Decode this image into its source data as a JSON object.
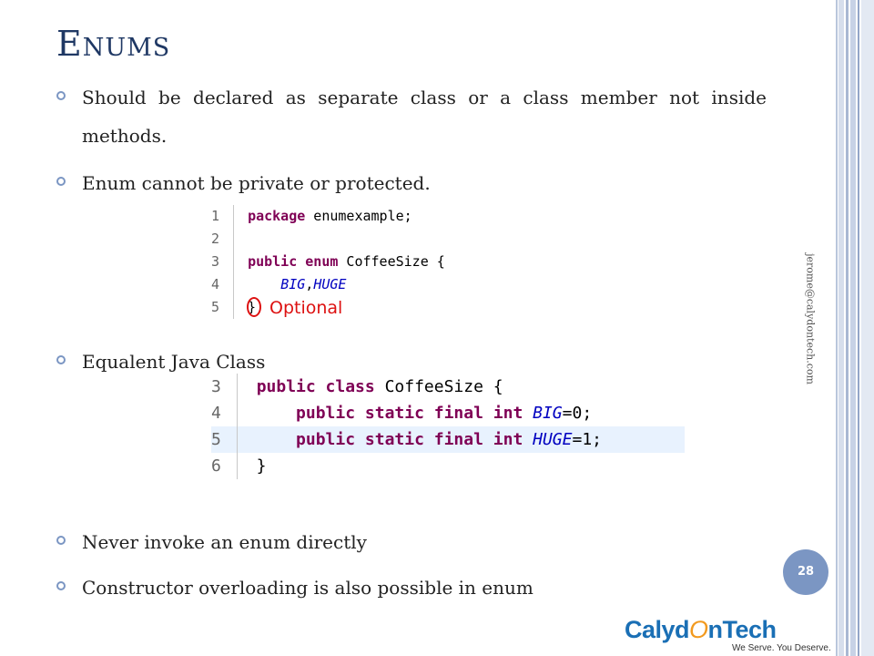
{
  "slide": {
    "title": "Enums",
    "bullets": [
      "Should be declared as separate class or a class member not inside methods.",
      "Enum cannot be private or protected.",
      "Equalent Java Class",
      "Never invoke an enum directly",
      "Constructor overloading is also possible in enum"
    ],
    "code_enum": {
      "lines": [
        {
          "num": "1",
          "text": "package enumexample;"
        },
        {
          "num": "2",
          "text": ""
        },
        {
          "num": "3",
          "text": "public enum CoffeeSize {"
        },
        {
          "num": "4",
          "text": "BIG,HUGE"
        },
        {
          "num": "5",
          "text": "}"
        }
      ],
      "annotation": "Optional"
    },
    "code_class": {
      "lines": [
        {
          "num": "3",
          "text": "public class CoffeeSize {"
        },
        {
          "num": "4",
          "text": "public static final int BIG=0;"
        },
        {
          "num": "5",
          "text": "public static final int HUGE=1;"
        },
        {
          "num": "6",
          "text": "}"
        }
      ]
    },
    "side_email": "jerome@calydontech.com",
    "page_number": "28",
    "logo": {
      "part1": "Calyd",
      "part2": "O",
      "part3": "nTech",
      "tagline": "We Serve. You Deserve."
    }
  }
}
